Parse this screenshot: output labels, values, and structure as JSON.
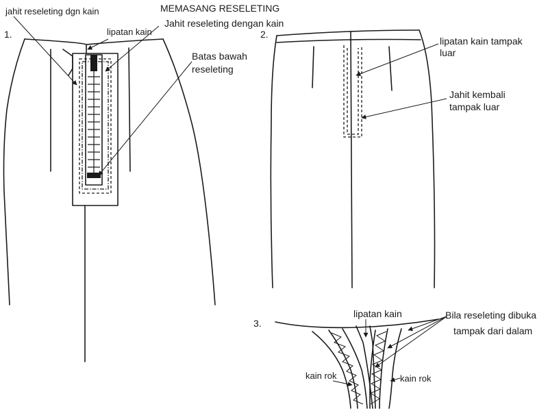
{
  "title": "MEMASANG RESELETING",
  "steps": {
    "one": "1.",
    "two": "2.",
    "three": "3."
  },
  "labels": {
    "jahit_dgn_kain": "jahit reseleting dgn kain",
    "lipatan_kain_1": "lipatan kain",
    "jahit_dengan_kain": "Jahit reseleting dengan kain",
    "batas_bawah_1": "Batas bawah",
    "batas_bawah_2": "reseleting",
    "lipatan_tampak_1": "lipatan kain tampak",
    "lipatan_tampak_2": "luar",
    "jahit_kembali_1": "Jahit kembali",
    "jahit_kembali_2": "tampak luar",
    "lipatan_kain_3": "lipatan kain",
    "bila_dibuka_1": "Bila reseleting dibuka",
    "bila_dibuka_2": "tampak dari dalam",
    "kain_rok_left": "kain rok",
    "kain_rok_right": "kain rok"
  }
}
